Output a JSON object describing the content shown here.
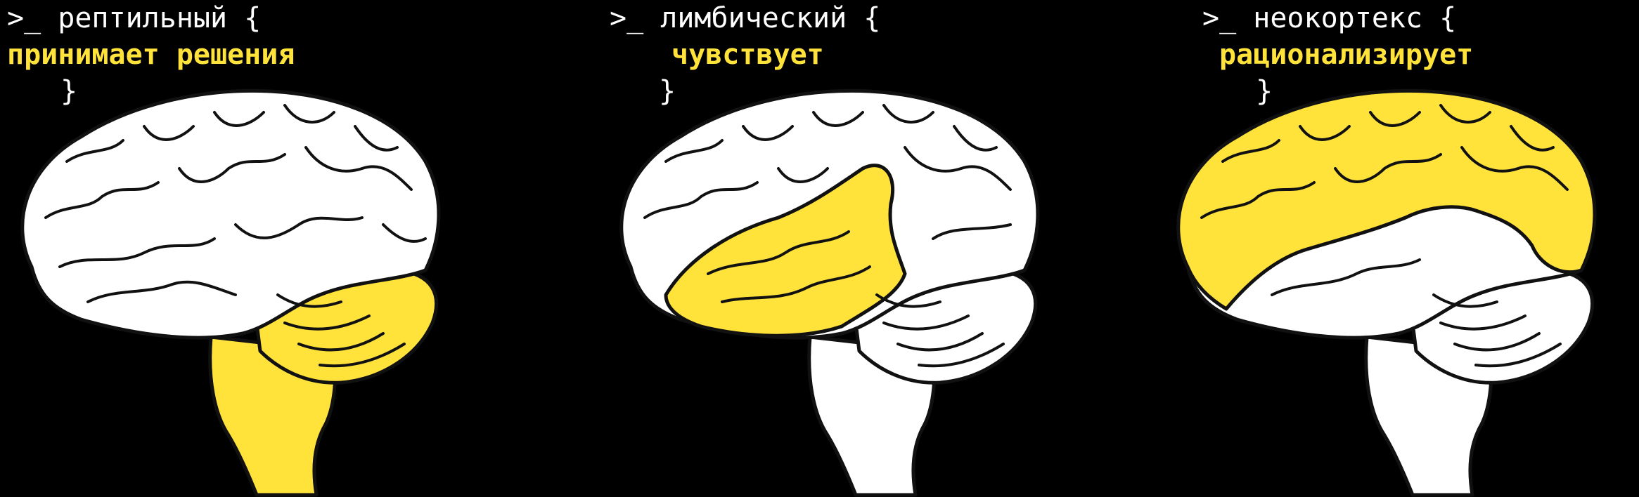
{
  "colors": {
    "background": "#000000",
    "highlight": "#ffe33b",
    "text": "#ffffff",
    "brain_base": "#ffffff",
    "outline": "#111111"
  },
  "panels": [
    {
      "heading": ">_ рептильный {",
      "action": "принимает решения",
      "closing": "}",
      "highlight_region": "brainstem-cerebellum"
    },
    {
      "heading": ">_ лимбический {",
      "action": "чувствует",
      "closing": "}",
      "highlight_region": "limbic-system"
    },
    {
      "heading": ">_ неокортекс {",
      "action": "рационализирует",
      "closing": "}",
      "highlight_region": "neocortex"
    }
  ]
}
